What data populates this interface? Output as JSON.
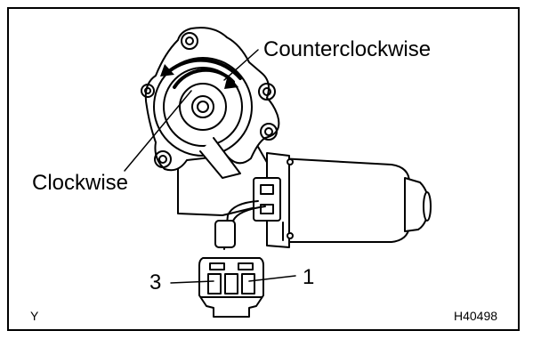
{
  "labels": {
    "counterclockwise": "Counterclockwise",
    "clockwise": "Clockwise",
    "pin_3": "3",
    "pin_1": "1",
    "corner_left": "Y",
    "figure_code": "H40498"
  }
}
